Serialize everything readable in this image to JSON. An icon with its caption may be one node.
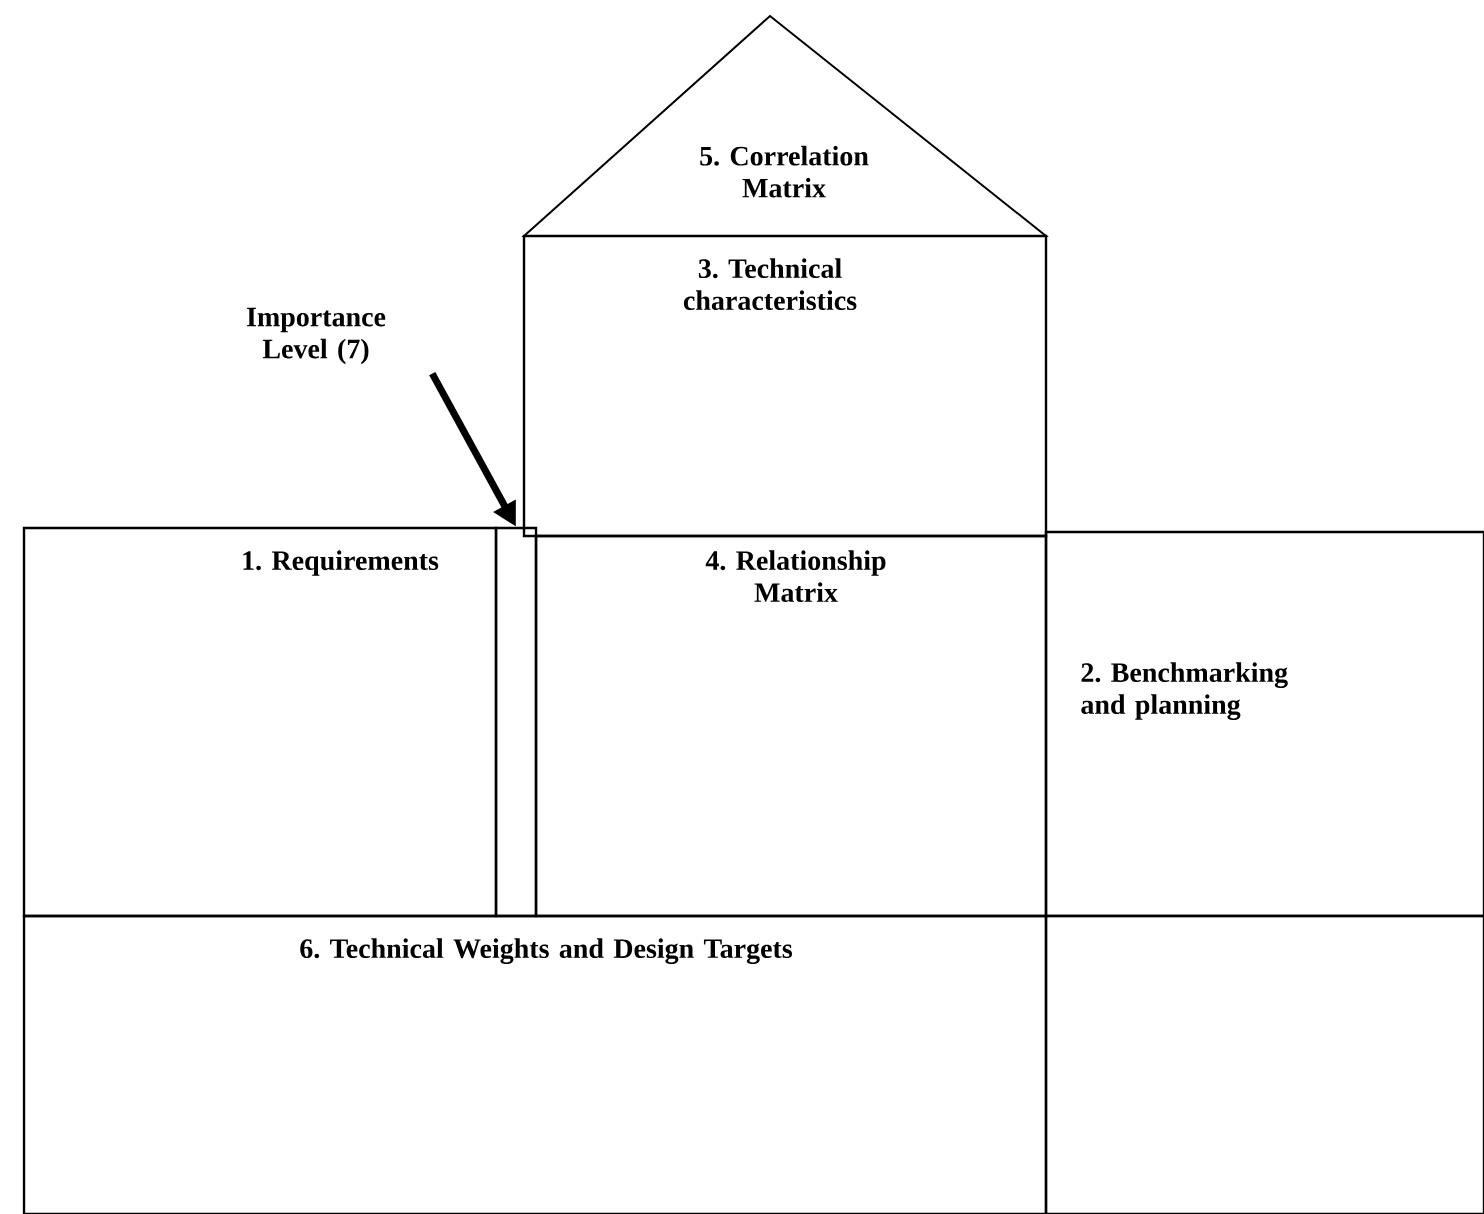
{
  "diagram": {
    "nodes": [
      {
        "text": [
          "5. Correlation Matrix"
        ]
      },
      {
        "text": [
          "3. Technical characteristics"
        ]
      },
      {
        "text": [
          "1. Requirements"
        ]
      },
      {
        "text": [],
        "shape": "box"
      },
      {
        "text": [
          "4. Relationship Matrix"
        ]
      },
      {
        "text": [
          "2. Benchmarking and planning"
        ]
      },
      {
        "text": [
          "6. Technical Weights and Design Targets"
        ]
      },
      {
        "text": [],
        "shape": "box"
      },
      {
        "text": [
          "Importance Level (7)"
        ]
      }
    ],
    "edges": [
      {
        "from": 8,
        "to": 3,
        "arrow": "to"
      }
    ]
  }
}
